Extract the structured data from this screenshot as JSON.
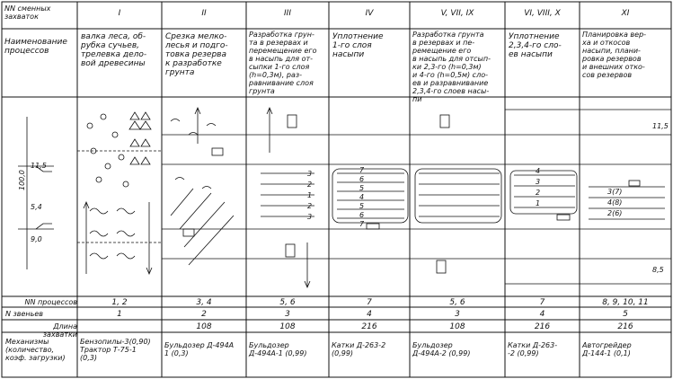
{
  "header": {
    "row_label": "NN сменных\nзахваток",
    "captures": [
      "I",
      "II",
      "III",
      "IV",
      "V, VII, IX",
      "VI, VIII, X",
      "XI"
    ]
  },
  "processes": {
    "row_label": "Наименование\nпроцессов",
    "items": [
      "валка леса, об-\nрубка сучьев,\nтрелевка дело-\nвой древесины",
      "Срезка мелко-\nлесья и подго-\nтовка резерва\nк разработке\nгрунта",
      "Разработка грун-\nта в резервах и\nперемещение его\nв насыпь для от-\nсыпки 1-го слоя\n(h=0,3м), раз-\nравнивание слоя\nгрунта",
      "Уплотнение\n1-го слоя\nнасыпи",
      "Разработка грунта\nв резервах и пе-\nремещение его\nв насыпь для отсып-\nки 2,3-го (h=0,3м)\nи 4-го (h=0,5м) сло-\nев и разравнивание\n2,3,4-го слоев насы-\nпи",
      "Уплотнение\n2,3,4-го сло-\nев насыпи",
      "Планировка вер-\nха и откосов\nнасыпи, плани-\nровка резервов\nи внешних отко-\nсов резервов"
    ]
  },
  "scheme": {
    "dim_total": "100,0",
    "dim_left": "11,5",
    "dim_mid": "5,4",
    "dim_bottom": "9,0",
    "lane_numbers_iii": [
      "3",
      "2",
      "1",
      "2",
      "3"
    ],
    "lane_numbers_iv": [
      "7",
      "6",
      "5",
      "4",
      "5",
      "6",
      "7"
    ],
    "lane_numbers_vi": [
      "4",
      "3",
      "2",
      "1"
    ],
    "lane_numbers_xi": [
      "3(7)",
      "4(8)",
      "2(6)"
    ],
    "dim_right": "11,5",
    "dim_right2": "8,5"
  },
  "rows": [
    {
      "label": "NN процессов",
      "values": [
        "1, 2",
        "3, 4",
        "5, 6",
        "7",
        "5, 6",
        "7",
        "8, 9, 10, 11"
      ]
    },
    {
      "label": "N звеньев",
      "values": [
        "1",
        "2",
        "3",
        "4",
        "3",
        "4",
        "5"
      ]
    },
    {
      "label": "Длина захватки",
      "values": [
        "",
        "108",
        "108",
        "216",
        "108",
        "216",
        "216"
      ]
    }
  ],
  "machines": {
    "label": "Механизмы\n(количество,\nкоэф. загрузки)",
    "items": [
      "Бензопилы-3(0,90)\nТрактор Т-75-1\n(0,3)",
      "Бульдозер Д-494А\n1 (0,3)",
      "Бульдозер\nД-494А-1 (0,99)",
      "Катки Д-263-2\n(0,99)",
      "Бульдозер\nД-494А-2 (0,99)",
      "Катки Д-263-\n-2 (0,99)",
      "Автогрейдер\nД-144-1 (0,1)"
    ]
  }
}
